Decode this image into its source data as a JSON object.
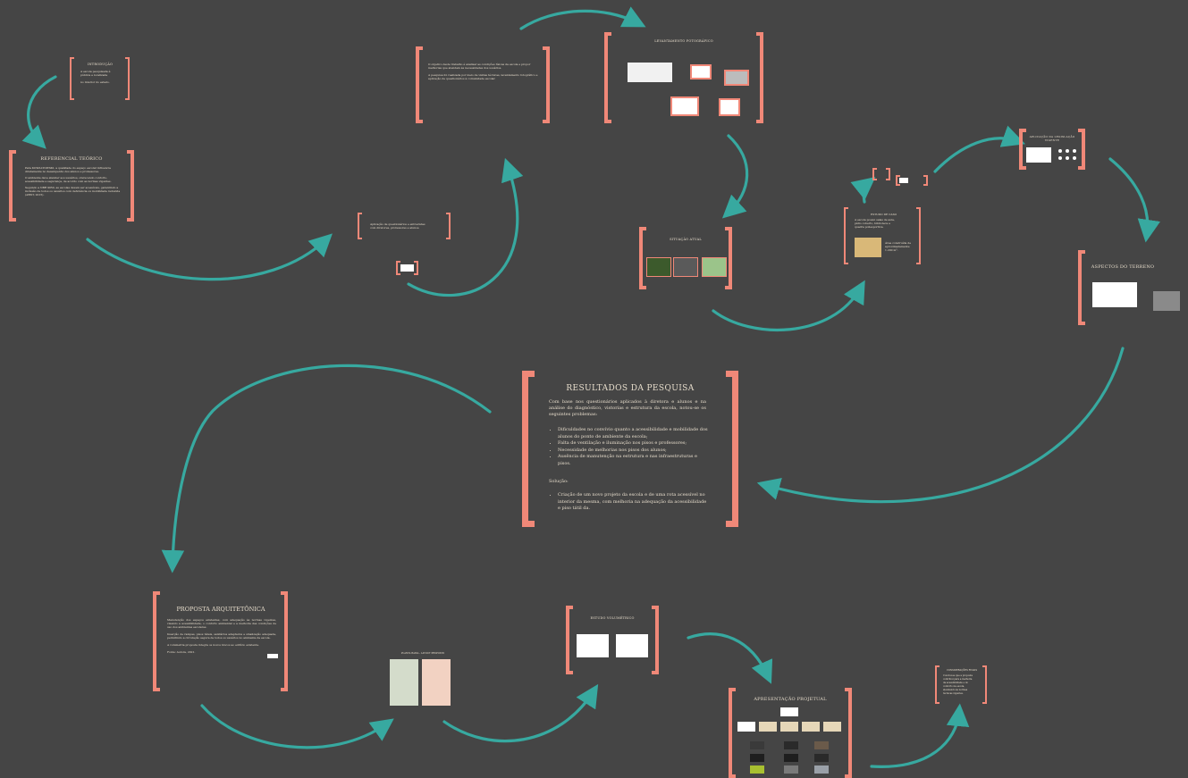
{
  "colors": {
    "background": "#454545",
    "bracket": "#f08878",
    "arrow": "#37a9a0",
    "text": "#e6dccb"
  },
  "nodes": {
    "intro": {
      "title": "INTRODUÇÃO",
      "lines": [
        "A escola pesquisada é",
        "pública e localizada",
        "no interior do estado."
      ]
    },
    "referencial": {
      "title": "REFERENCIAL TEÓRICO",
      "bullets": [
        "Para KOWALTOWSKI, a qualidade do espaço escolar influencia diretamente no desempenho dos alunos e professores.",
        "O ambiente deve atender aos usuários, oferecendo conforto, acessibilidade e segurança, de acordo com as normas vigentes.",
        "Segundo a NBR 9050, as escolas devem ser acessíveis, garantindo a inclusão de todos os usuários com deficiência ou mobilidade reduzida (ABNT, 2015)."
      ]
    },
    "metodologia": {
      "lines": [
        "Aplicação de questionários e entrevistas",
        "com diretores, professores e alunos."
      ]
    },
    "objetivo": {
      "p1": "O objetivo deste trabalho é analisar as condições físicas da escola e propor melhorias que atendam às necessidades dos usuários.",
      "p2": "A pesquisa foi realizada por meio de visitas técnicas, levantamento fotográfico e aplicação de questionários à comunidade escolar."
    },
    "levantamento": {
      "title": "LEVANTAMENTO FOTOGRÁFICO"
    },
    "situacao": {
      "title": "SITUAÇÃO ATUAL"
    },
    "estudo_de_caso": {
      "title": "ESTUDO DE CASO",
      "lines": [
        "A escola possui salas de aula,",
        "pátio coberto, biblioteca e",
        "quadra poliesportiva.",
        "Área construída de",
        "aproximadamente 1.200 m²."
      ]
    },
    "legislacao": {
      "title": "APLICAÇÃO DA LEGISLAÇÃO VIGENTE"
    },
    "aspectos": {
      "title": "ASPECTOS DO TERRENO"
    },
    "resultados": {
      "title": "RESULTADOS DA PESQUISA",
      "intro": "Com base nos questionários aplicados à diretora e alunos e na análise do diagnóstico, vistorias e estrutura da escola, notou-se os seguintes problemas:",
      "problems": [
        "Dificuldades no convívio quanto a acessibilidade e mobilidade dos alunos do ponto de ambiente da escola;",
        "Falta de ventilação e iluminação nos pisos e professores;",
        "Necessidade de melhorias nos pisos dos alunos;",
        "Ausência de manutenção na estrutura e nas infraestruturas e pisos."
      ],
      "solution_label": "Solução:",
      "solution": "Criação de um novo projeto da escola e de uma rota acessível no interior da mesma, com melhoria na adequação da acessibilidade e piso tátil da."
    },
    "proposta": {
      "title": "PROPOSTA ARQUITETÔNICA",
      "p1": "Manutenção dos espaços existentes, com adequação às normas vigentes, visando a acessibilidade, o conforto ambiental e a melhoria das condições de uso dos ambientes escolares.",
      "p2": "Inserção de rampas, pisos táteis, sanitários adaptados e sinalização adequada, permitindo a circulação segura de todos os usuários no ambiente da escola.",
      "p3": "A volumetria proposta integra os novos blocos ao edifício existente.",
      "p4": "Fonte: Autora, 2021."
    },
    "plantas": {
      "title": "PLANTA BAIXA - LAYOUT PROPOSTO"
    },
    "estudo_volumetrico": {
      "title": "ESTUDO VOLUMÉTRICO"
    },
    "apresentacao": {
      "title": "APRESENTAÇÃO PROJETUAL"
    },
    "consideracoes": {
      "title": "CONSIDERAÇÕES FINAIS",
      "lines": [
        "Conclui-se que a proposta",
        "contribui para a melhoria",
        "da acessibilidade e do",
        "conforto na escola,",
        "atendendo às normas",
        "técnicas vigentes."
      ]
    }
  }
}
